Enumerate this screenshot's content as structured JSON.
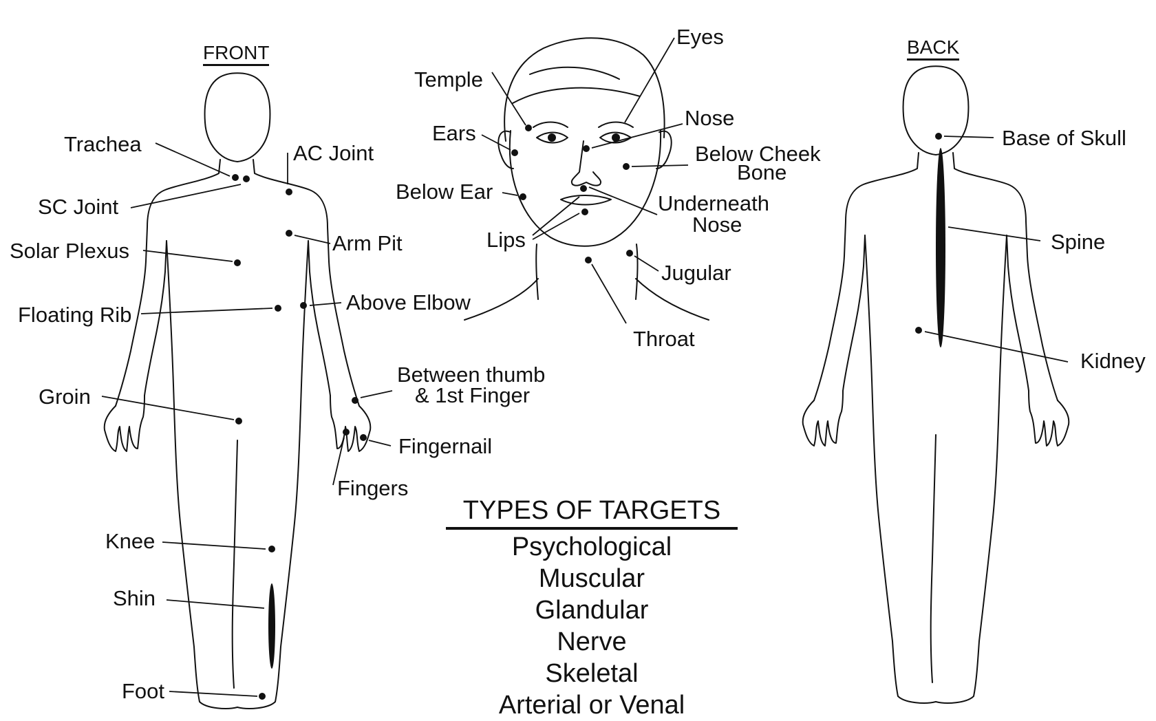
{
  "headings": {
    "front": "FRONT",
    "back": "BACK"
  },
  "front_labels": {
    "trachea": "Trachea",
    "ac_joint": "AC Joint",
    "sc_joint": "SC Joint",
    "solar_plexus": "Solar Plexus",
    "arm_pit": "Arm Pit",
    "floating_rib": "Floating Rib",
    "above_elbow": "Above Elbow",
    "groin": "Groin",
    "between_thumb_1": "Between thumb",
    "between_thumb_2": "& 1st Finger",
    "fingernail": "Fingernail",
    "fingers": "Fingers",
    "knee": "Knee",
    "shin": "Shin",
    "foot": "Foot"
  },
  "head_labels": {
    "eyes": "Eyes",
    "temple": "Temple",
    "nose": "Nose",
    "ears": "Ears",
    "below_cheek_1": "Below Cheek",
    "below_cheek_2": "Bone",
    "below_ear": "Below Ear",
    "underneath_nose_1": "Underneath",
    "underneath_nose_2": "Nose",
    "lips": "Lips",
    "jugular": "Jugular",
    "throat": "Throat"
  },
  "back_labels": {
    "base_of_skull": "Base of Skull",
    "spine": "Spine",
    "kidney": "Kidney"
  },
  "types_of_targets": {
    "title": "TYPES OF TARGETS",
    "items": [
      "Psychological",
      "Muscular",
      "Glandular",
      "Nerve",
      "Skeletal",
      "Arterial or Venal"
    ]
  }
}
